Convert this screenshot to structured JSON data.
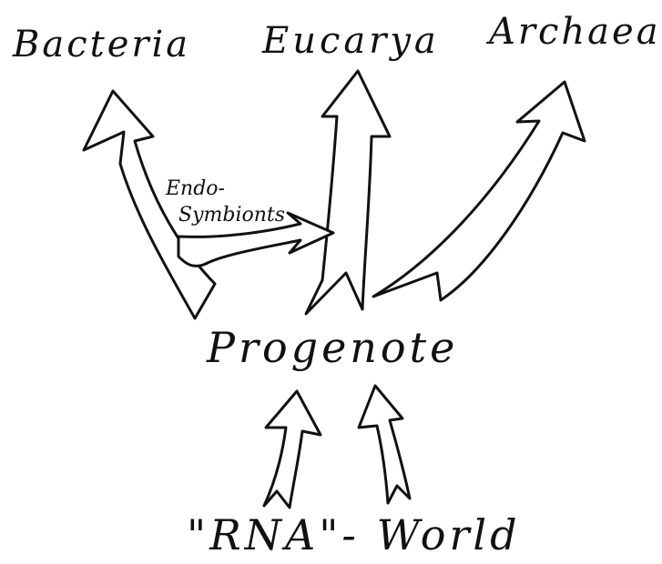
{
  "nodes": {
    "bacteria": "Bacteria",
    "eucarya": "Eucarya",
    "archaea": "Archaea",
    "progenote": "Progenote",
    "rna_world": "\"RNA\"- World"
  },
  "annotations": {
    "endosymbionts_line1": "Endo-",
    "endosymbionts_line2": "Symbionts"
  },
  "colors": {
    "ink": "#111111",
    "paper": "#ffffff"
  }
}
